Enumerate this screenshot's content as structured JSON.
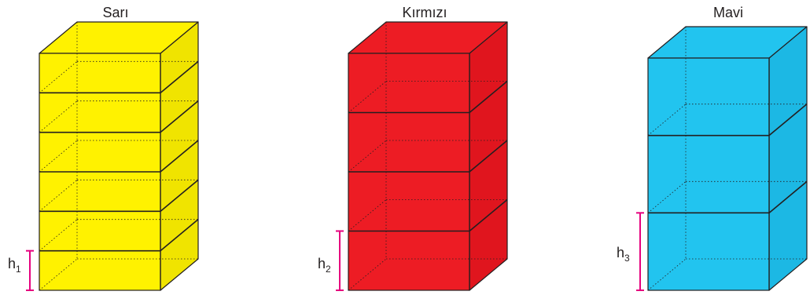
{
  "stacks": [
    {
      "id": "sari",
      "title": "Sarı",
      "color": "#fff200",
      "side_color": "#f0e400",
      "block_count": 6,
      "height_label": {
        "main": "h",
        "sub": "1"
      }
    },
    {
      "id": "kirmizi",
      "title": "Kırmızı",
      "color": "#ed1c24",
      "side_color": "#e0151e",
      "block_count": 4,
      "height_label": {
        "main": "h",
        "sub": "2"
      }
    },
    {
      "id": "mavi",
      "title": "Mavi",
      "color": "#22c4ef",
      "side_color": "#1cb8e4",
      "block_count": 3,
      "height_label": {
        "main": "h",
        "sub": "3"
      }
    }
  ],
  "colors": {
    "edge": "#231f20",
    "measure": "#e6007e"
  }
}
